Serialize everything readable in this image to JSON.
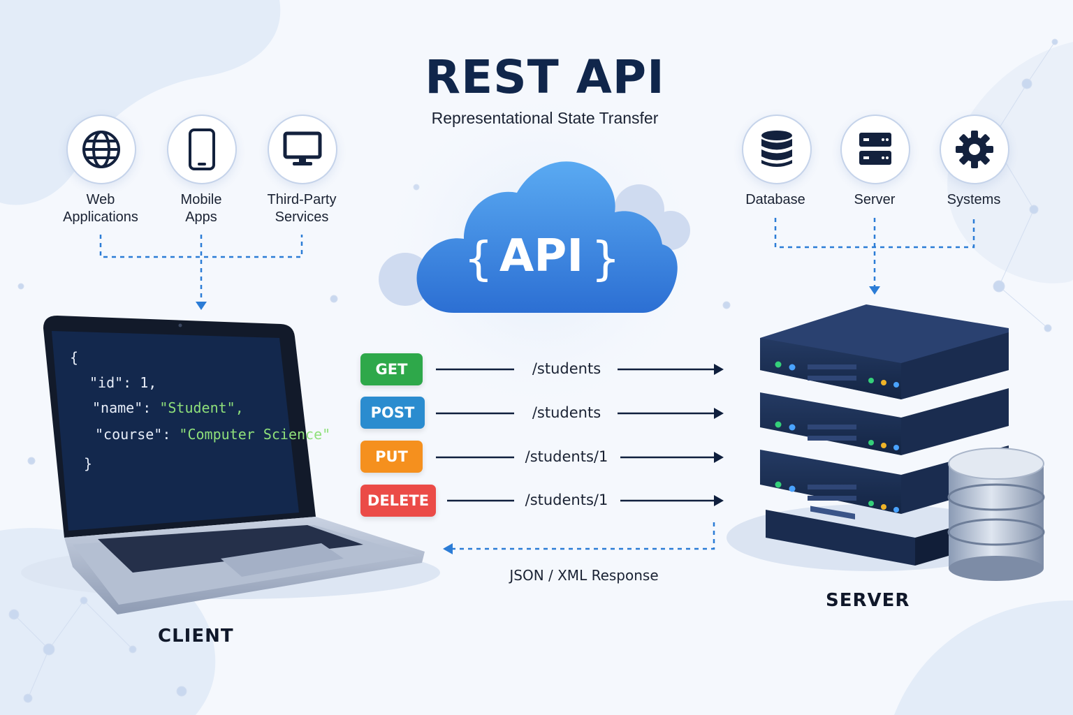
{
  "header": {
    "title": "REST API",
    "subtitle": "Representational State Transfer"
  },
  "client_sources": [
    {
      "icon": "globe-icon",
      "label": "Web\nApplications"
    },
    {
      "icon": "mobile-phone-icon",
      "label": "Mobile\nApps"
    },
    {
      "icon": "monitor-icon",
      "label": "Third-Party\nServices"
    }
  ],
  "server_targets": [
    {
      "icon": "database-icon",
      "label": "Database"
    },
    {
      "icon": "server-icon",
      "label": "Server"
    },
    {
      "icon": "gear-icon",
      "label": "Systems"
    }
  ],
  "cloud": {
    "label": "API"
  },
  "requests": [
    {
      "method": "GET",
      "endpoint": "/students",
      "color": "#2ea84a"
    },
    {
      "method": "POST",
      "endpoint": "/students",
      "color": "#2b8ccf"
    },
    {
      "method": "PUT",
      "endpoint": "/students/1",
      "color": "#f5901e"
    },
    {
      "method": "DELETE",
      "endpoint": "/students/1",
      "color": "#eb4b47"
    }
  ],
  "response": {
    "label": "JSON / XML Response"
  },
  "client_code": {
    "open": "{",
    "id_key": "\"id\"",
    "id_val": "1,",
    "name_key": "\"name\"",
    "name_val": "\"Student\",",
    "course_key": "\"course\"",
    "course_val": "\"Computer Science\"",
    "close": "}"
  },
  "labels": {
    "client": "CLIENT",
    "server": "SERVER"
  },
  "colors": {
    "navy": "#10264b",
    "accent": "#2b7cd6",
    "dashed": "#2b7cd6"
  }
}
